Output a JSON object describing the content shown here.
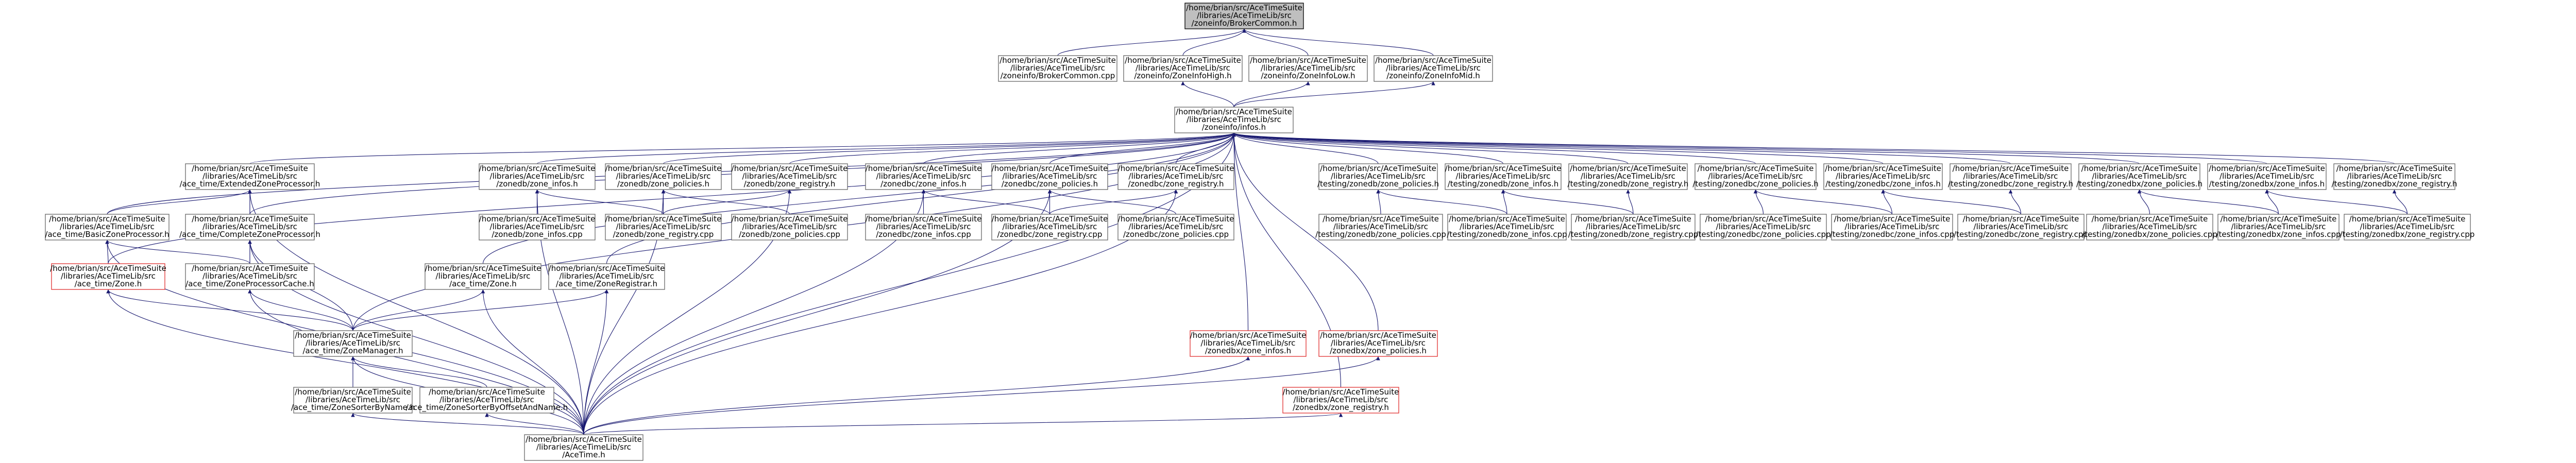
{
  "palette": {
    "edge": "#191970",
    "node_border": "#666666",
    "node_border_missing": "#e03030",
    "focus_fill": "#bfbfbf"
  },
  "nodes": [
    {
      "id": "n0",
      "style": "focus",
      "lines": [
        "/home/brian/src/AceTimeSuite",
        "/libraries/AceTimeLib/src",
        "/zoneinfo/BrokerCommon.h"
      ]
    },
    {
      "id": "n1",
      "style": "normal",
      "lines": [
        "/home/brian/src/AceTimeSuite",
        "/libraries/AceTimeLib/src",
        "/zoneinfo/BrokerCommon.cpp"
      ]
    },
    {
      "id": "n2",
      "style": "normal",
      "lines": [
        "/home/brian/src/AceTimeSuite",
        "/libraries/AceTimeLib/src",
        "/zoneinfo/ZoneInfoHigh.h"
      ]
    },
    {
      "id": "n3",
      "style": "normal",
      "lines": [
        "/home/brian/src/AceTimeSuite",
        "/libraries/AceTimeLib/src",
        "/zoneinfo/ZoneInfoLow.h"
      ]
    },
    {
      "id": "n4",
      "style": "normal",
      "lines": [
        "/home/brian/src/AceTimeSuite",
        "/libraries/AceTimeLib/src",
        "/zoneinfo/ZoneInfoMid.h"
      ]
    },
    {
      "id": "n5",
      "style": "normal",
      "lines": [
        "/home/brian/src/AceTimeSuite",
        "/libraries/AceTimeLib/src",
        "/zoneinfo/infos.h"
      ]
    },
    {
      "id": "r1",
      "style": "normal",
      "lines": [
        "/home/brian/src/AceTimeSuite",
        "/libraries/AceTimeLib/src",
        "/ace_time/ExtendedZoneProcessor.h"
      ]
    },
    {
      "id": "r2",
      "style": "normal",
      "lines": [
        "/home/brian/src/AceTimeSuite",
        "/libraries/AceTimeLib/src",
        "/zonedb/zone_infos.h"
      ]
    },
    {
      "id": "r3",
      "style": "normal",
      "lines": [
        "/home/brian/src/AceTimeSuite",
        "/libraries/AceTimeLib/src",
        "/zonedb/zone_policies.h"
      ]
    },
    {
      "id": "r4",
      "style": "normal",
      "lines": [
        "/home/brian/src/AceTimeSuite",
        "/libraries/AceTimeLib/src",
        "/zonedb/zone_registry.h"
      ]
    },
    {
      "id": "r5",
      "style": "normal",
      "lines": [
        "/home/brian/src/AceTimeSuite",
        "/libraries/AceTimeLib/src",
        "/zonedbc/zone_infos.h"
      ]
    },
    {
      "id": "r6",
      "style": "normal",
      "lines": [
        "/home/brian/src/AceTimeSuite",
        "/libraries/AceTimeLib/src",
        "/zonedbc/zone_policies.h"
      ]
    },
    {
      "id": "r7",
      "style": "normal",
      "lines": [
        "/home/brian/src/AceTimeSuite",
        "/libraries/AceTimeLib/src",
        "/zonedbc/zone_registry.h"
      ]
    },
    {
      "id": "r8",
      "style": "normal",
      "lines": [
        "/home/brian/src/AceTimeSuite",
        "/libraries/AceTimeLib/src",
        "/testing/zonedb/zone_policies.h"
      ]
    },
    {
      "id": "r9",
      "style": "normal",
      "lines": [
        "/home/brian/src/AceTimeSuite",
        "/libraries/AceTimeLib/src",
        "/testing/zonedb/zone_infos.h"
      ]
    },
    {
      "id": "r10",
      "style": "normal",
      "lines": [
        "/home/brian/src/AceTimeSuite",
        "/libraries/AceTimeLib/src",
        "/testing/zonedb/zone_registry.h"
      ]
    },
    {
      "id": "r11",
      "style": "normal",
      "lines": [
        "/home/brian/src/AceTimeSuite",
        "/libraries/AceTimeLib/src",
        "/testing/zonedbc/zone_policies.h"
      ]
    },
    {
      "id": "r12",
      "style": "normal",
      "lines": [
        "/home/brian/src/AceTimeSuite",
        "/libraries/AceTimeLib/src",
        "/testing/zonedbc/zone_infos.h"
      ]
    },
    {
      "id": "r13",
      "style": "normal",
      "lines": [
        "/home/brian/src/AceTimeSuite",
        "/libraries/AceTimeLib/src",
        "/testing/zonedbc/zone_registry.h"
      ]
    },
    {
      "id": "r14",
      "style": "normal",
      "lines": [
        "/home/brian/src/AceTimeSuite",
        "/libraries/AceTimeLib/src",
        "/testing/zonedbx/zone_policies.h"
      ]
    },
    {
      "id": "r15",
      "style": "normal",
      "lines": [
        "/home/brian/src/AceTimeSuite",
        "/libraries/AceTimeLib/src",
        "/testing/zonedbx/zone_infos.h"
      ]
    },
    {
      "id": "r16",
      "style": "normal",
      "lines": [
        "/home/brian/src/AceTimeSuite",
        "/libraries/AceTimeLib/src",
        "/testing/zonedbx/zone_registry.h"
      ]
    },
    {
      "id": "s1",
      "style": "normal",
      "lines": [
        "/home/brian/src/AceTimeSuite",
        "/libraries/AceTimeLib/src",
        "/ace_time/BasicZoneProcessor.h"
      ]
    },
    {
      "id": "s2",
      "style": "normal",
      "lines": [
        "/home/brian/src/AceTimeSuite",
        "/libraries/AceTimeLib/src",
        "/ace_time/CompleteZoneProcessor.h"
      ]
    },
    {
      "id": "s3",
      "style": "normal",
      "lines": [
        "/home/brian/src/AceTimeSuite",
        "/libraries/AceTimeLib/src",
        "/zonedb/zone_infos.cpp"
      ]
    },
    {
      "id": "s4",
      "style": "normal",
      "lines": [
        "/home/brian/src/AceTimeSuite",
        "/libraries/AceTimeLib/src",
        "/zonedb/zone_registry.cpp"
      ]
    },
    {
      "id": "s5",
      "style": "normal",
      "lines": [
        "/home/brian/src/AceTimeSuite",
        "/libraries/AceTimeLib/src",
        "/zonedb/zone_policies.cpp"
      ]
    },
    {
      "id": "s6",
      "style": "normal",
      "lines": [
        "/home/brian/src/AceTimeSuite",
        "/libraries/AceTimeLib/src",
        "/zonedbc/zone_infos.cpp"
      ]
    },
    {
      "id": "s7",
      "style": "normal",
      "lines": [
        "/home/brian/src/AceTimeSuite",
        "/libraries/AceTimeLib/src",
        "/zonedbc/zone_registry.cpp"
      ]
    },
    {
      "id": "s8",
      "style": "normal",
      "lines": [
        "/home/brian/src/AceTimeSuite",
        "/libraries/AceTimeLib/src",
        "/zonedbc/zone_policies.cpp"
      ]
    },
    {
      "id": "s9",
      "style": "normal",
      "lines": [
        "/home/brian/src/AceTimeSuite",
        "/libraries/AceTimeLib/src",
        "/testing/zonedb/zone_policies.cpp"
      ]
    },
    {
      "id": "s10",
      "style": "normal",
      "lines": [
        "/home/brian/src/AceTimeSuite",
        "/libraries/AceTimeLib/src",
        "/testing/zonedb/zone_infos.cpp"
      ]
    },
    {
      "id": "s11",
      "style": "normal",
      "lines": [
        "/home/brian/src/AceTimeSuite",
        "/libraries/AceTimeLib/src",
        "/testing/zonedb/zone_registry.cpp"
      ]
    },
    {
      "id": "s12",
      "style": "normal",
      "lines": [
        "/home/brian/src/AceTimeSuite",
        "/libraries/AceTimeLib/src",
        "/testing/zonedbc/zone_policies.cpp"
      ]
    },
    {
      "id": "s13",
      "style": "normal",
      "lines": [
        "/home/brian/src/AceTimeSuite",
        "/libraries/AceTimeLib/src",
        "/testing/zonedbc/zone_infos.cpp"
      ]
    },
    {
      "id": "s14",
      "style": "normal",
      "lines": [
        "/home/brian/src/AceTimeSuite",
        "/libraries/AceTimeLib/src",
        "/testing/zonedbc/zone_registry.cpp"
      ]
    },
    {
      "id": "s15",
      "style": "normal",
      "lines": [
        "/home/brian/src/AceTimeSuite",
        "/libraries/AceTimeLib/src",
        "/testing/zonedbx/zone_policies.cpp"
      ]
    },
    {
      "id": "s16",
      "style": "normal",
      "lines": [
        "/home/brian/src/AceTimeSuite",
        "/libraries/AceTimeLib/src",
        "/testing/zonedbx/zone_infos.cpp"
      ]
    },
    {
      "id": "s17",
      "style": "normal",
      "lines": [
        "/home/brian/src/AceTimeSuite",
        "/libraries/AceTimeLib/src",
        "/testing/zonedbx/zone_registry.cpp"
      ]
    },
    {
      "id": "t1",
      "style": "missing",
      "lines": [
        "/home/brian/src/AceTimeSuite",
        "/libraries/AceTimeLib/src",
        "/ace_time/Zone.h"
      ]
    },
    {
      "id": "t2",
      "style": "normal",
      "lines": [
        "/home/brian/src/AceTimeSuite",
        "/libraries/AceTimeLib/src",
        "/ace_time/ZoneProcessorCache.h"
      ]
    },
    {
      "id": "t3",
      "style": "normal",
      "lines": [
        "/home/brian/src/AceTimeSuite",
        "/libraries/AceTimeLib/src",
        "/ace_time/Zone.h"
      ]
    },
    {
      "id": "t4",
      "style": "normal",
      "lines": [
        "/home/brian/src/AceTimeSuite",
        "/libraries/AceTimeLib/src",
        "/ace_time/ZoneRegistrar.h"
      ]
    },
    {
      "id": "u1",
      "style": "normal",
      "lines": [
        "/home/brian/src/AceTimeSuite",
        "/libraries/AceTimeLib/src",
        "/ace_time/ZoneManager.h"
      ]
    },
    {
      "id": "u2",
      "style": "missing",
      "lines": [
        "/home/brian/src/AceTimeSuite",
        "/libraries/AceTimeLib/src",
        "/zonedbx/zone_infos.h"
      ]
    },
    {
      "id": "u3",
      "style": "missing",
      "lines": [
        "/home/brian/src/AceTimeSuite",
        "/libraries/AceTimeLib/src",
        "/zonedbx/zone_policies.h"
      ]
    },
    {
      "id": "v1",
      "style": "normal",
      "lines": [
        "/home/brian/src/AceTimeSuite",
        "/libraries/AceTimeLib/src",
        "/ace_time/ZoneSorterByName.h"
      ]
    },
    {
      "id": "v2",
      "style": "normal",
      "lines": [
        "/home/brian/src/AceTimeSuite",
        "/libraries/AceTimeLib/src",
        "/ace_time/ZoneSorterByOffsetAndName.h"
      ]
    },
    {
      "id": "v3",
      "style": "missing",
      "lines": [
        "/home/brian/src/AceTimeSuite",
        "/libraries/AceTimeLib/src",
        "/zonedbx/zone_registry.h"
      ]
    },
    {
      "id": "w1",
      "style": "normal",
      "lines": [
        "/home/brian/src/AceTimeSuite",
        "/libraries/AceTimeLib/src",
        "/AceTime.h"
      ]
    }
  ],
  "edges": [
    [
      "n1",
      "n0"
    ],
    [
      "n2",
      "n0"
    ],
    [
      "n3",
      "n0"
    ],
    [
      "n4",
      "n0"
    ],
    [
      "n5",
      "n2"
    ],
    [
      "n5",
      "n3"
    ],
    [
      "n5",
      "n4"
    ],
    [
      "r1",
      "n5"
    ],
    [
      "r2",
      "n5"
    ],
    [
      "r3",
      "n5"
    ],
    [
      "r4",
      "n5"
    ],
    [
      "r5",
      "n5"
    ],
    [
      "r6",
      "n5"
    ],
    [
      "r7",
      "n5"
    ],
    [
      "r8",
      "n5"
    ],
    [
      "r9",
      "n5"
    ],
    [
      "r10",
      "n5"
    ],
    [
      "r11",
      "n5"
    ],
    [
      "r12",
      "n5"
    ],
    [
      "r13",
      "n5"
    ],
    [
      "r14",
      "n5"
    ],
    [
      "r15",
      "n5"
    ],
    [
      "r16",
      "n5"
    ],
    [
      "s1",
      "n5"
    ],
    [
      "s2",
      "n5"
    ],
    [
      "t1",
      "n5"
    ],
    [
      "t3",
      "n5"
    ],
    [
      "t4",
      "n5"
    ],
    [
      "u1",
      "n5"
    ],
    [
      "u2",
      "n5"
    ],
    [
      "u3",
      "n5"
    ],
    [
      "v3",
      "n5"
    ],
    [
      "w1",
      "n5"
    ],
    [
      "s1",
      "r1"
    ],
    [
      "s2",
      "r1"
    ],
    [
      "t2",
      "r1"
    ],
    [
      "w1",
      "r1"
    ],
    [
      "s3",
      "r2"
    ],
    [
      "s4",
      "r2"
    ],
    [
      "w1",
      "r2"
    ],
    [
      "s5",
      "r3"
    ],
    [
      "s4",
      "r3"
    ],
    [
      "w1",
      "r3"
    ],
    [
      "s4",
      "r4"
    ],
    [
      "w1",
      "r4"
    ],
    [
      "s6",
      "r5"
    ],
    [
      "s7",
      "r5"
    ],
    [
      "w1",
      "r5"
    ],
    [
      "s8",
      "r6"
    ],
    [
      "s7",
      "r6"
    ],
    [
      "w1",
      "r6"
    ],
    [
      "s7",
      "r7"
    ],
    [
      "w1",
      "r7"
    ],
    [
      "s9",
      "r8"
    ],
    [
      "s10",
      "r8"
    ],
    [
      "s10",
      "r9"
    ],
    [
      "s11",
      "r9"
    ],
    [
      "s11",
      "r10"
    ],
    [
      "s12",
      "r11"
    ],
    [
      "s13",
      "r11"
    ],
    [
      "s13",
      "r12"
    ],
    [
      "s14",
      "r12"
    ],
    [
      "s14",
      "r13"
    ],
    [
      "s15",
      "r14"
    ],
    [
      "s16",
      "r14"
    ],
    [
      "s16",
      "r15"
    ],
    [
      "s17",
      "r15"
    ],
    [
      "s17",
      "r16"
    ],
    [
      "t1",
      "s1"
    ],
    [
      "t2",
      "s1"
    ],
    [
      "w1",
      "s1"
    ],
    [
      "t2",
      "s2"
    ],
    [
      "u1",
      "s2"
    ],
    [
      "w1",
      "s2"
    ],
    [
      "u1",
      "t1"
    ],
    [
      "w1",
      "t1"
    ],
    [
      "u1",
      "t2"
    ],
    [
      "w1",
      "t2"
    ],
    [
      "u1",
      "t3"
    ],
    [
      "w1",
      "t3"
    ],
    [
      "u1",
      "t4"
    ],
    [
      "w1",
      "t4"
    ],
    [
      "v1",
      "u1"
    ],
    [
      "v2",
      "u1"
    ],
    [
      "w1",
      "u1"
    ],
    [
      "w1",
      "u2"
    ],
    [
      "w1",
      "u3"
    ],
    [
      "w1",
      "v1"
    ],
    [
      "w1",
      "v2"
    ],
    [
      "w1",
      "v3"
    ]
  ]
}
